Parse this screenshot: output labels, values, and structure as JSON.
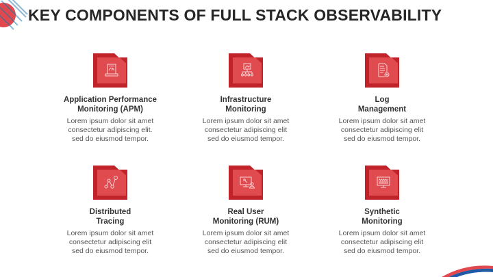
{
  "title": "KEY COMPONENTS OF FULL STACK OBSERVABILITY",
  "colors": {
    "accent": "#c1232b",
    "accent_light": "#e04b50",
    "stripe_blue": "#8fb8d6",
    "text_dark": "#262626"
  },
  "cards": [
    {
      "icon": "laptop-gauge-icon",
      "title_line1": "Application Performance",
      "title_line2": "Monitoring (APM)",
      "desc_line1": "Lorem ipsum dolor sit amet",
      "desc_line2": "consectetur adipiscing elit.",
      "desc_line3": "sed do eiusmod tempor."
    },
    {
      "icon": "monitor-network-icon",
      "title_line1": "Infrastructure",
      "title_line2": "Monitoring",
      "desc_line1": "Lorem ipsum dolor sit amet",
      "desc_line2": "consectetur adipiscing elit",
      "desc_line3": "sed do eiusmod tempor."
    },
    {
      "icon": "document-gear-icon",
      "title_line1": "Log",
      "title_line2": "Management",
      "desc_line1": "Lorem ipsum dolor sit amet",
      "desc_line2": "consectetur adipiscing elit",
      "desc_line3": "sed do eiusmod tempor."
    },
    {
      "icon": "trace-nodes-icon",
      "title_line1": "Distributed",
      "title_line2": "Tracing",
      "desc_line1": "Lorem ipsum dolor sit amet",
      "desc_line2": "consectetur adipiscing elit",
      "desc_line3": "sed do eiusmod tempor."
    },
    {
      "icon": "monitor-user-icon",
      "title_line1": "Real User",
      "title_line2": "Monitoring (RUM)",
      "desc_line1": "Lorem ipsum dolor sit amet",
      "desc_line2": "consectetur adipiscing elit",
      "desc_line3": "sed do eiusmod tempor."
    },
    {
      "icon": "monitor-dashboard-icon",
      "title_line1": "Synthetic",
      "title_line2": "Monitoring",
      "desc_line1": "Lorem ipsum dolor sit amet",
      "desc_line2": "consectetur adipiscing elit",
      "desc_line3": "sed do eiusmod tempor."
    }
  ]
}
